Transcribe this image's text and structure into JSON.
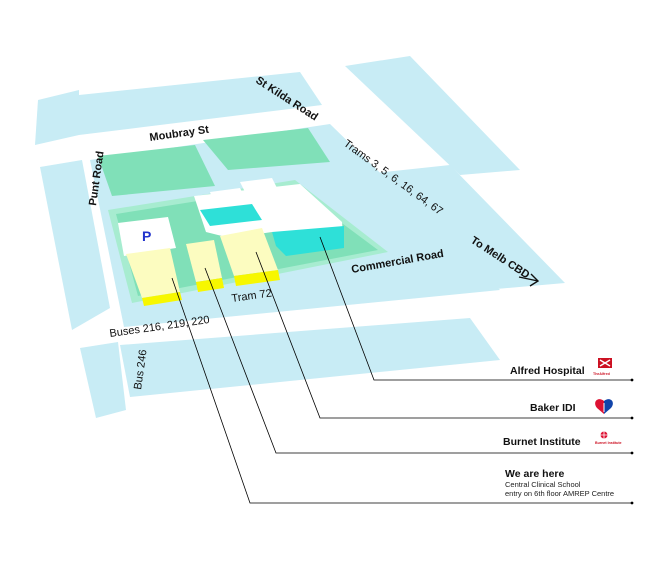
{
  "roads": {
    "st_kilda": "St Kilda Road",
    "moubray": "Moubray St",
    "punt": "Punt Road",
    "commercial": "Commercial Road",
    "to_cbd": "To Melb CBD",
    "trams_st_kilda": "Trams 3, 5, 6, 16, 64, 67",
    "tram_72": "Tram 72",
    "buses": "Buses 216, 219, 220",
    "bus_246": "Bus 246"
  },
  "parking": "P",
  "legend": {
    "alfred": {
      "title": "Alfred Hospital",
      "logo_text": "TheAlfred"
    },
    "baker": {
      "title": "Baker IDI"
    },
    "burnet": {
      "title": "Burnet Institute",
      "logo_text": "Burnet Institute"
    },
    "here": {
      "title": "We are here",
      "line1": "Central Clinical School",
      "line2": "entry on 6th floor AMREP Centre"
    }
  },
  "colors": {
    "block": "#c8ecf5",
    "green": "#80e0b8",
    "green_light": "#a7ecd0",
    "building": "#ffffff",
    "building_side": "#2ee0d8",
    "yellow_top": "#fcfcc0",
    "yellow_side": "#f7f700",
    "line": "#000000",
    "alfred_red": "#cc1122",
    "baker_red": "#dd1133",
    "baker_blue": "#1144aa"
  }
}
